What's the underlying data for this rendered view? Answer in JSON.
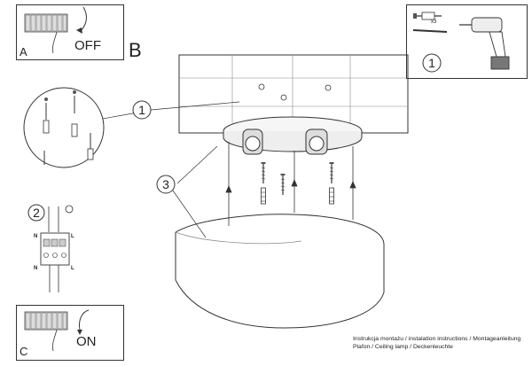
{
  "panels": {
    "a": {
      "letter": "A",
      "switch_label": "OFF"
    },
    "b": {
      "letter": "B"
    },
    "c": {
      "letter": "C",
      "switch_label": "ON"
    }
  },
  "callouts": {
    "top_right": "1",
    "mount_detail": "1",
    "wiring": "2",
    "shade": "3"
  },
  "tools": {
    "quantity_label": "x3"
  },
  "wiring_terminals": {
    "left": "N",
    "right": "L"
  },
  "caption_lines": [
    "Instrukcja montażu / instalation instructions / Montageanleitung",
    "Plafon / Ceiling lamp / Deckenleuchte"
  ]
}
